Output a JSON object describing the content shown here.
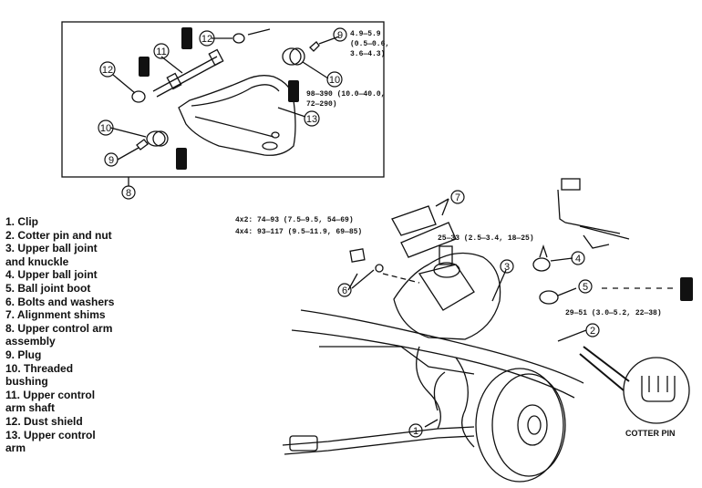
{
  "legend": [
    "1. Clip",
    "2. Cotter pin and nut",
    "3. Upper ball joint\nand knuckle",
    "4. Upper ball joint",
    "5. Ball joint boot",
    "6. Bolts and washers",
    "7. Alignment shims",
    "8. Upper control arm\nassembly",
    "9. Plug",
    "10. Threaded\nbushing",
    "11. Upper control\narm shaft",
    "12. Dust shield",
    "13. Upper control\narm"
  ],
  "callouts": [
    "1",
    "2",
    "3",
    "4",
    "5",
    "6",
    "7",
    "8",
    "9",
    "10",
    "11",
    "12",
    "13"
  ],
  "specs": {
    "plug_torque": "4.9—5.9\n(0.5—0.6,\n3.6—4.3)",
    "bushing_torque": "98—390 (10.0—40.0,\n72—290)",
    "bolt_4x2": "4x2: 74—93 (7.5—9.5, 54—69)",
    "bolt_4x4": "4x4: 93—117 (9.5—11.9, 69—85)",
    "ball_joint_nut": "25—33 (2.5—3.4, 18—25)",
    "cotter_nut": "29—51 (3.0—5.2, 22—38)"
  },
  "cotter_pin_label": "COTTER PIN"
}
